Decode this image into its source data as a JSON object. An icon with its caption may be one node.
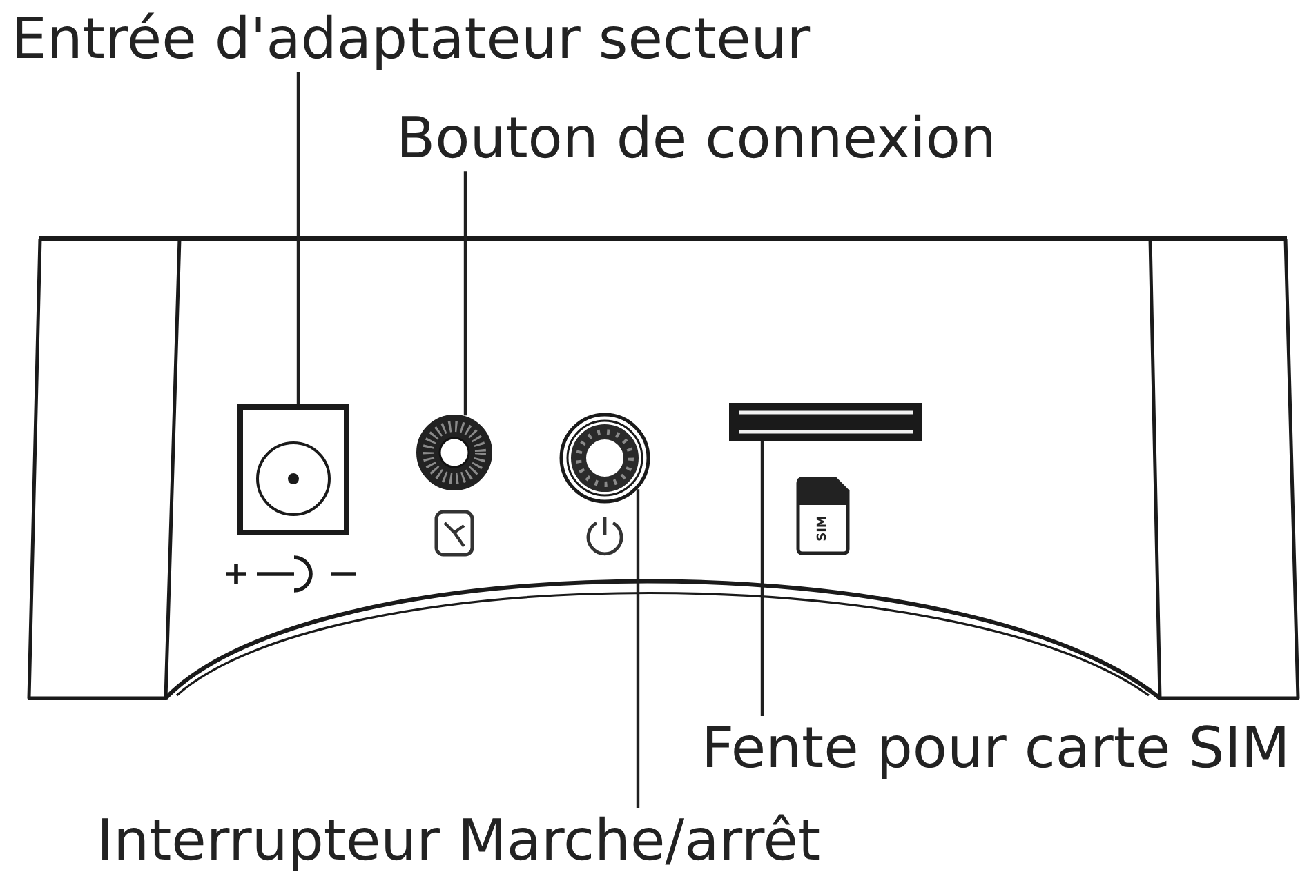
{
  "diagram": {
    "nodes": [
      {
        "text": [
          "Entrée d'adaptateur secteur"
        ]
      },
      {
        "text": [],
        "shape": "box"
      },
      {
        "text": [
          "Bouton de connexion"
        ]
      },
      {
        "text": [],
        "shape": "circle"
      },
      {
        "text": [],
        "shape": "circle"
      },
      {
        "text": [],
        "shape": "bar"
      },
      {
        "text": [
          "Fente pour carte SIM"
        ]
      },
      {
        "text": [
          "Interrupteur Marche/arrêt"
        ]
      }
    ],
    "edges": [
      {
        "from": 0,
        "to": 1,
        "arrow": "none"
      },
      {
        "from": 2,
        "to": 3,
        "arrow": "none"
      },
      {
        "from": 6,
        "to": 5,
        "arrow": "none"
      },
      {
        "from": 7,
        "to": 4,
        "arrow": "none"
      }
    ],
    "labels": [
      "SIM"
    ]
  }
}
